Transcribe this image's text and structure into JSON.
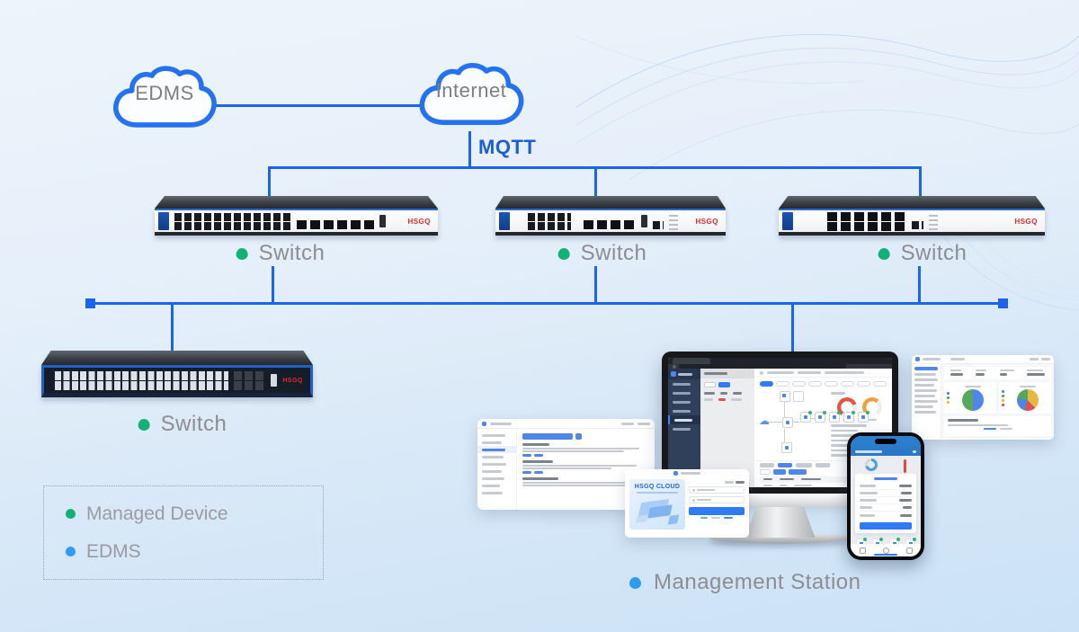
{
  "clouds": {
    "edms": "EDMS",
    "internet": "Internet"
  },
  "protocol": "MQTT",
  "switches": [
    {
      "label": "Switch"
    },
    {
      "label": "Switch"
    },
    {
      "label": "Switch"
    },
    {
      "label": "Switch"
    }
  ],
  "legend": {
    "items": [
      {
        "label": "Managed Device",
        "color": "#13b176"
      },
      {
        "label": "EDMS",
        "color": "#2f9bf2"
      }
    ]
  },
  "management": {
    "label": "Management Station"
  },
  "brand": {
    "logo": "HSGQ"
  },
  "login": {
    "title": "HSGQ CLOUD"
  },
  "colors": {
    "connector_blue": "#1c64ed",
    "cloud_stroke": "#2472f0",
    "mqtt_blue": "#1d5ed8",
    "label_gray": "#8d8d92",
    "managed_green": "#13b176",
    "edms_blue": "#2f9bf2",
    "brand_red": "#e02b2b"
  }
}
